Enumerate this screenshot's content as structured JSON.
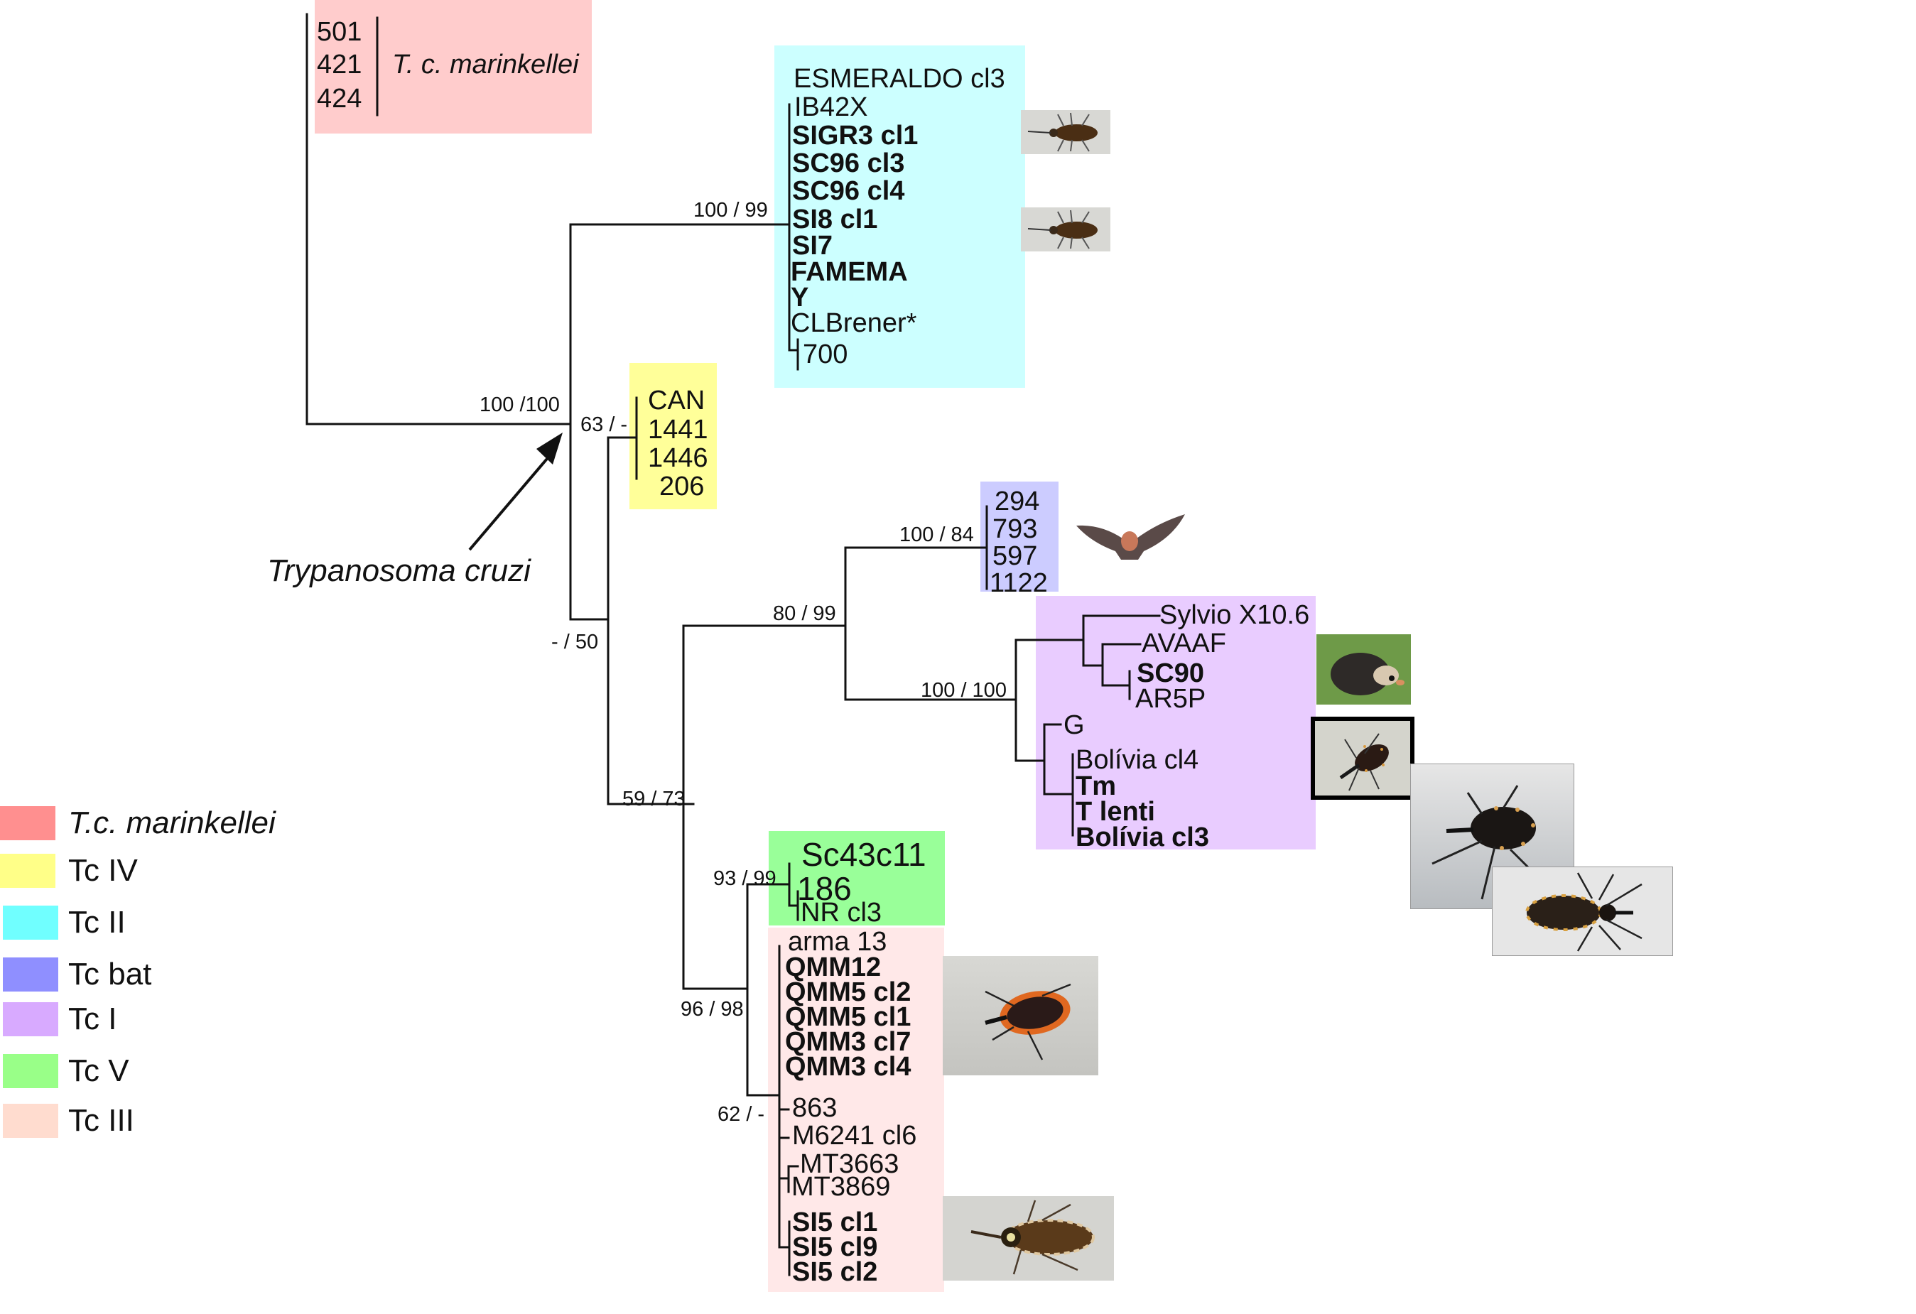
{
  "title_annotation": "Trypanosoma cruzi",
  "colors": {
    "marinkellei": "#ffcccc",
    "tc_iv": "#ffff99",
    "tc_ii": "#ccffff",
    "tc_bat": "#ccccff",
    "tc_i": "#e9ccff",
    "tc_v": "#99ff99",
    "tc_iii": "#ffe8e8",
    "legend_marinkellei": "#ff8f8f",
    "legend_tc_iv": "#ffff88",
    "legend_tc_ii": "#70ffff",
    "legend_tc_bat": "#8f8fff",
    "legend_tc_i": "#d8aaff",
    "legend_tc_v": "#99ff88",
    "legend_tc_iii": "#ffdccf",
    "branch": "#111111"
  },
  "clades": {
    "marinkellei": {
      "name": "T. c. marinkellei",
      "taxa": [
        "501",
        "421",
        "424"
      ]
    },
    "tc_ii": {
      "taxa": [
        {
          "label": "ESMERALDO cl3",
          "bold": false
        },
        {
          "label": "IB42X",
          "bold": false
        },
        {
          "label": "SIGR3 cl1",
          "bold": true
        },
        {
          "label": "SC96 cl3",
          "bold": true
        },
        {
          "label": "SC96 cl4",
          "bold": true
        },
        {
          "label": "SI8 cl1",
          "bold": true
        },
        {
          "label": "SI7",
          "bold": true
        },
        {
          "label": "FAMEMA",
          "bold": true
        },
        {
          "label": "Y",
          "bold": true
        },
        {
          "label": "CLBrener*",
          "bold": false
        },
        {
          "label": "700",
          "bold": false
        }
      ]
    },
    "tc_iv": {
      "taxa": [
        "CAN",
        "1441",
        "1446",
        "206"
      ]
    },
    "tc_bat": {
      "taxa": [
        "294",
        "793",
        "597",
        "1122"
      ]
    },
    "tc_i": {
      "taxa": [
        {
          "label": "Sylvio X10.6",
          "bold": false
        },
        {
          "label": "AVAAF",
          "bold": false
        },
        {
          "label": "SC90",
          "bold": true
        },
        {
          "label": "AR5P",
          "bold": false
        },
        {
          "label": "G",
          "bold": false
        },
        {
          "label": "Bolívia cl4",
          "bold": false
        },
        {
          "label": "Tm",
          "bold": true
        },
        {
          "label": "T lenti",
          "bold": true
        },
        {
          "label": "Bolívia cl3",
          "bold": true
        }
      ]
    },
    "tc_v": {
      "taxa": [
        "Sc43c11",
        "186",
        "NR cl3"
      ]
    },
    "tc_iii": {
      "taxa": [
        {
          "label": "arma 13",
          "bold": false
        },
        {
          "label": "QMM12",
          "bold": true
        },
        {
          "label": "QMM5 cl2",
          "bold": true
        },
        {
          "label": "QMM5 cl1",
          "bold": true
        },
        {
          "label": "QMM3 cl7",
          "bold": true
        },
        {
          "label": "QMM3 cl4",
          "bold": true
        },
        {
          "label": "863",
          "bold": false
        },
        {
          "label": "M6241 cl6",
          "bold": false
        },
        {
          "label": "MT3663",
          "bold": false
        },
        {
          "label": "MT3869",
          "bold": false
        },
        {
          "label": "SI5 cl1",
          "bold": true
        },
        {
          "label": "SI5 cl9",
          "bold": true
        },
        {
          "label": "SI5 cl2",
          "bold": true
        }
      ]
    }
  },
  "support_values": {
    "root_cruzi": "100 /100",
    "tc_ii": "100 / 99",
    "tc_iv": "63 / -",
    "node_minus_50": "- / 50",
    "bat_tci": "80 / 99",
    "tc_bat": "100 / 84",
    "tc_i": "100 / 100",
    "node_59_73": "59 / 73",
    "tc_v": "93 / 99",
    "tc_v_iii": "96 / 98",
    "tc_iii_sub": "62 / -"
  },
  "photos": [
    {
      "name": "triatomine-nymph-photo-1",
      "subject": "triatomine bug"
    },
    {
      "name": "triatomine-nymph-photo-2",
      "subject": "triatomine bug"
    },
    {
      "name": "bat-photo",
      "subject": "bat"
    },
    {
      "name": "opossum-photo",
      "subject": "opossum"
    },
    {
      "name": "triatomine-framed-photo",
      "subject": "triatomine bug"
    },
    {
      "name": "triatomine-large-photo",
      "subject": "triatomine bug"
    },
    {
      "name": "triatomine-striped-photo",
      "subject": "triatomine bug"
    },
    {
      "name": "triatomine-red-photo",
      "subject": "triatomine bug"
    },
    {
      "name": "triatomine-brown-photo",
      "subject": "triatomine bug"
    }
  ],
  "legend": [
    {
      "label": "T.c. marinkellei",
      "italic": true,
      "color_key": "legend_marinkellei"
    },
    {
      "label": "Tc IV",
      "italic": false,
      "color_key": "legend_tc_iv"
    },
    {
      "label": "Tc II",
      "italic": false,
      "color_key": "legend_tc_ii"
    },
    {
      "label": "Tc bat",
      "italic": false,
      "color_key": "legend_tc_bat"
    },
    {
      "label": "Tc I",
      "italic": false,
      "color_key": "legend_tc_i"
    },
    {
      "label": "Tc V",
      "italic": false,
      "color_key": "legend_tc_v"
    },
    {
      "label": "Tc III",
      "italic": false,
      "color_key": "legend_tc_iii"
    }
  ]
}
